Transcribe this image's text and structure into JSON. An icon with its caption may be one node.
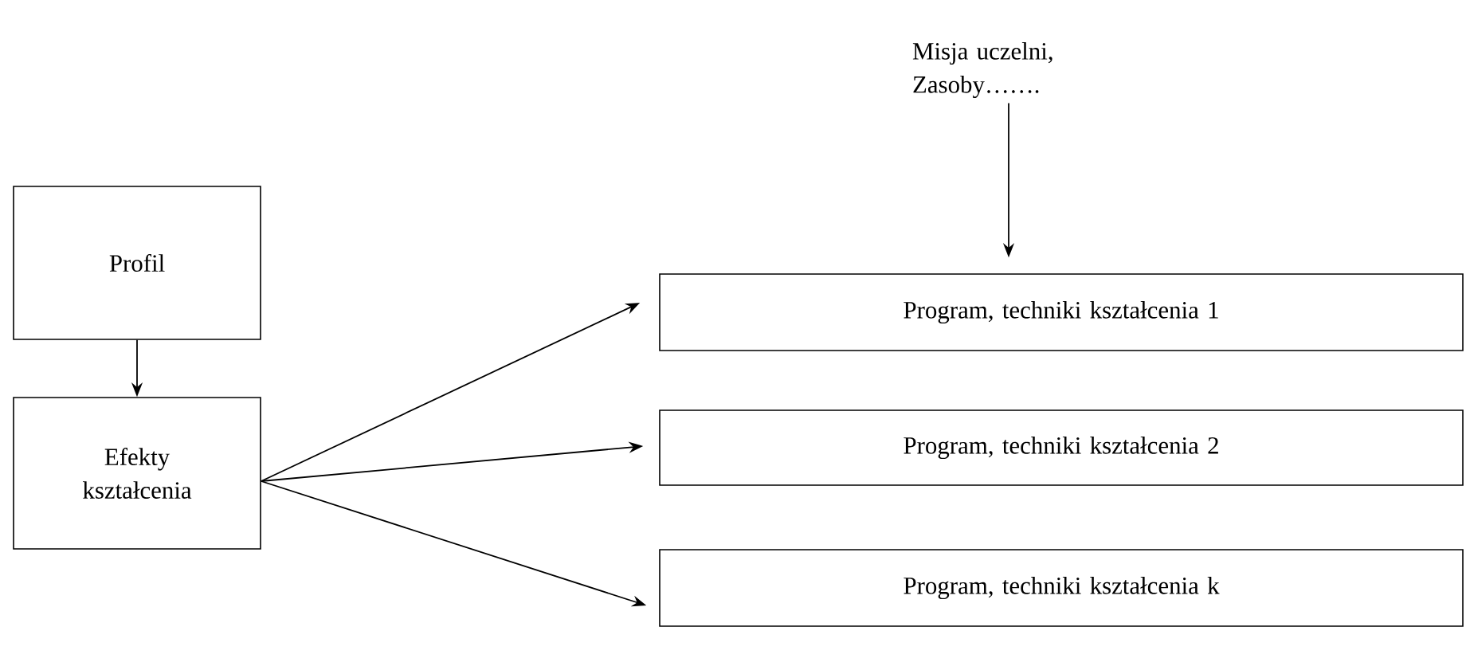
{
  "diagram": {
    "nodes": [
      {
        "text": [
          "Profil"
        ]
      },
      {
        "text": [
          "Efekty kształcenia"
        ]
      },
      {
        "text": [
          "Misja uczelni, Zasoby……."
        ]
      },
      {
        "text": [
          "Program, techniki kształcenia 1"
        ]
      },
      {
        "text": [
          "Program, techniki kształcenia 2"
        ]
      },
      {
        "text": [
          "Program, techniki kształcenia k"
        ]
      }
    ],
    "edges": [
      {
        "from": 0,
        "to": 1,
        "arrow": "to"
      },
      {
        "from": 2,
        "to": 3,
        "arrow": "to"
      },
      {
        "from": 1,
        "to": 3,
        "arrow": "to"
      },
      {
        "from": 1,
        "to": 4,
        "arrow": "to"
      },
      {
        "from": 1,
        "to": 5,
        "arrow": "to"
      }
    ]
  }
}
